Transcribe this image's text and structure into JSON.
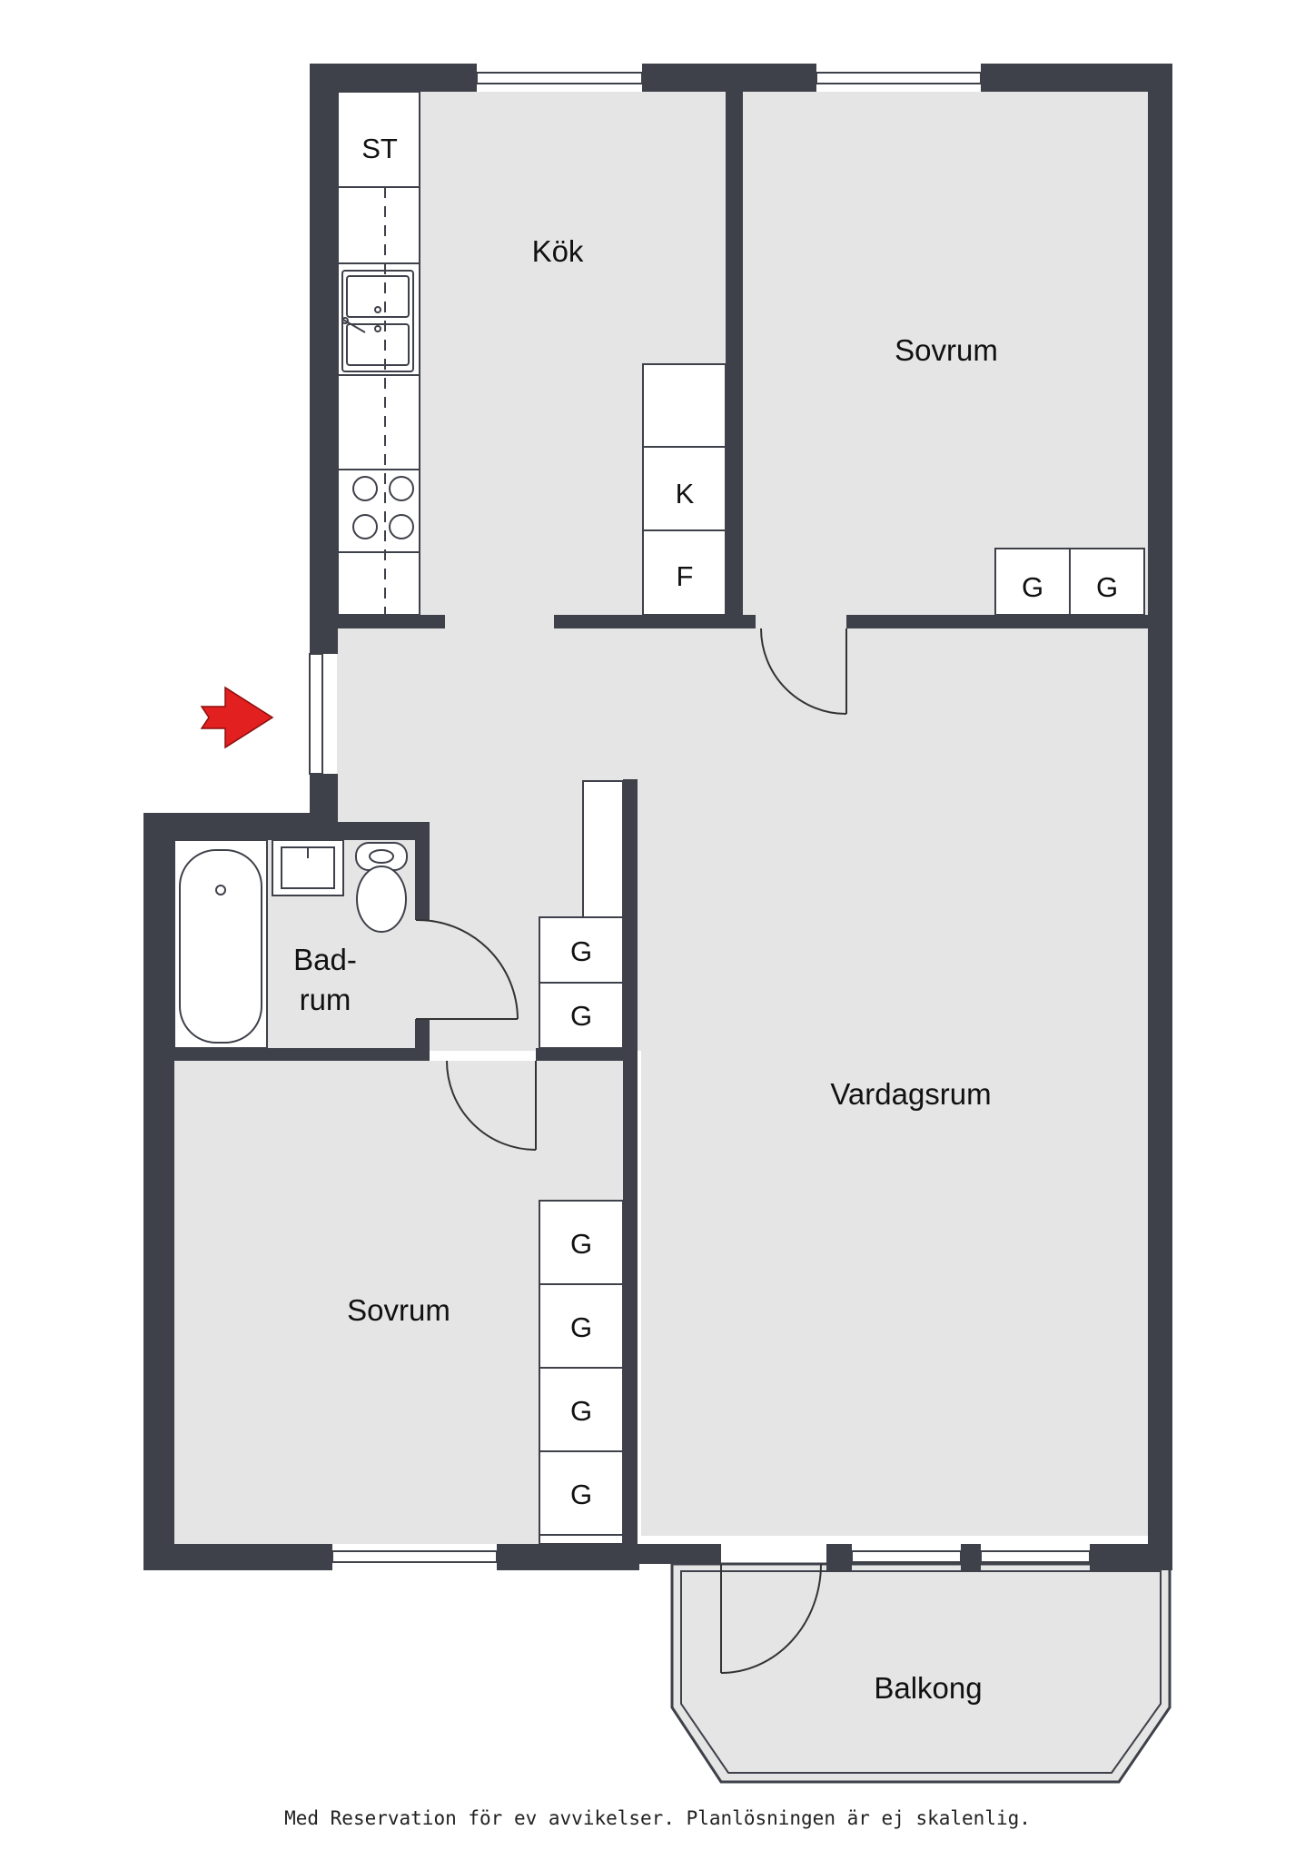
{
  "rooms": {
    "kitchen": "Kök",
    "bedroom_top": "Sovrum",
    "living_room": "Vardagsrum",
    "bathroom_line1": "Bad-",
    "bathroom_line2": "rum",
    "bedroom_bottom": "Sovrum",
    "balcony": "Balkong"
  },
  "fixtures": {
    "storage": "ST",
    "fridge": "K",
    "freezer": "F",
    "wardrobe": "G"
  },
  "footer_note": "Med Reservation för ev avvikelser. Planlösningen är ej skalenlig.",
  "colors": {
    "wall": "#3f414a",
    "floor": "#e5e5e5",
    "fixture": "#ffffff",
    "entrance_arrow": "#e2201f"
  }
}
